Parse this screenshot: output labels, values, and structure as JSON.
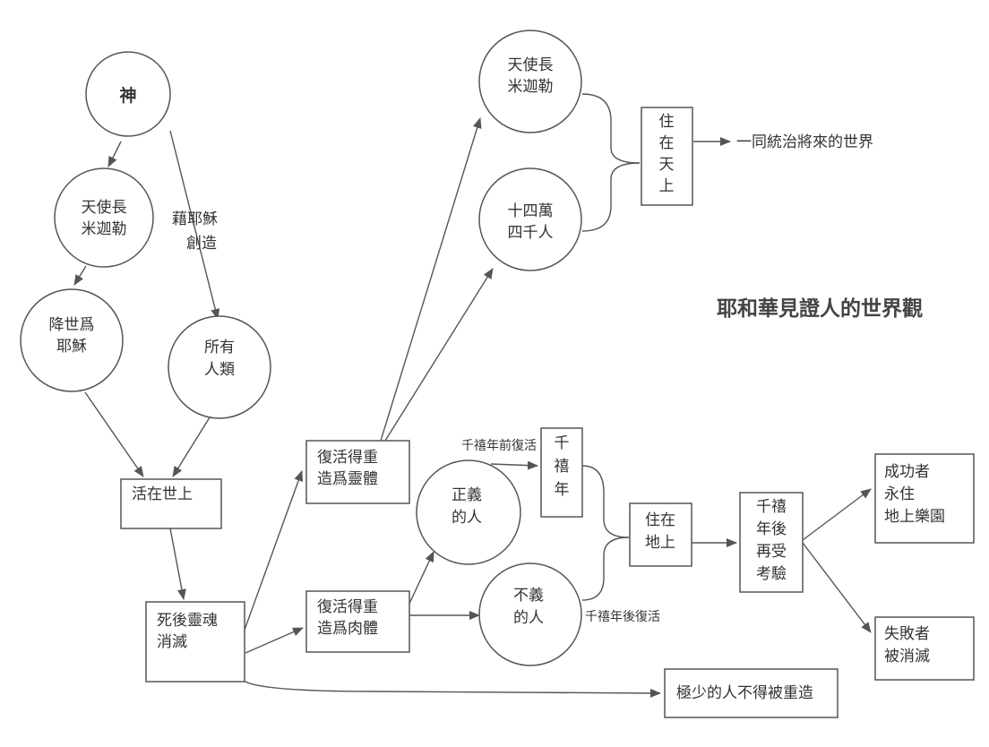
{
  "title": "耶和華見證人的世界觀",
  "nodes": {
    "god": "神",
    "michael_top": [
      "天使長",
      "米迦勒"
    ],
    "michael_left": [
      "天使長",
      "米迦勒"
    ],
    "jesus": [
      "降世爲",
      "耶穌"
    ],
    "mankind": [
      "所有",
      "人類"
    ],
    "living": "活在世上",
    "death": [
      "死後靈魂",
      "消滅"
    ],
    "spirit_body": [
      "復活得重",
      "造爲靈體"
    ],
    "flesh_body": [
      "復活得重",
      "造爲肉體"
    ],
    "144000": [
      "十四萬",
      "四千人"
    ],
    "heaven": [
      "住",
      "在",
      "天",
      "上"
    ],
    "rule": "一同統治將來的世界",
    "righteous": [
      "正義",
      "的人"
    ],
    "unrighteous": [
      "不義",
      "的人"
    ],
    "millennium": [
      "千",
      "禧",
      "年"
    ],
    "earth": [
      "住在",
      "地上"
    ],
    "test": [
      "千禧",
      "年後",
      "再受",
      "考驗"
    ],
    "success": [
      "成功者",
      "永住",
      "地上樂園"
    ],
    "failure": [
      "失敗者",
      "被消滅"
    ],
    "not_recreated": "極少的人不得被重造"
  },
  "edge_labels": {
    "via_jesus": [
      "藉耶穌",
      "創造"
    ],
    "before_millennium": "千禧年前復活",
    "after_millennium": "千禧年後復活"
  }
}
